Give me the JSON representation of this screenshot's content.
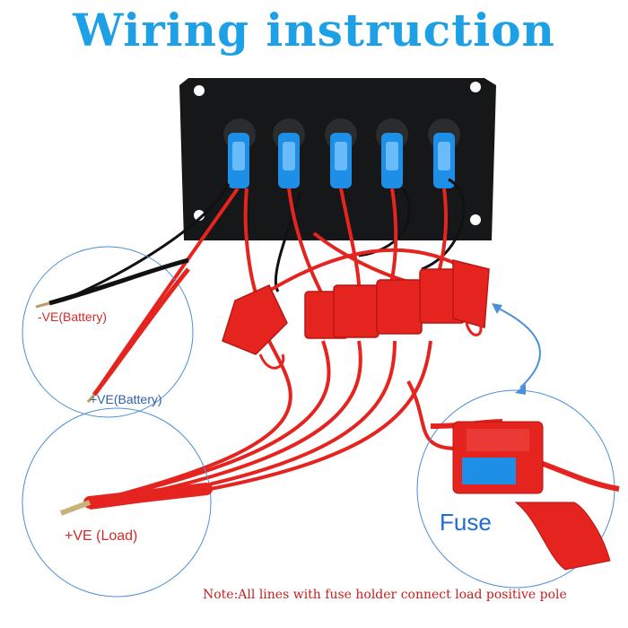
{
  "title": "Wiring instruction",
  "labels": {
    "negative_battery": "-VE(Battery)",
    "positive_battery": "+VE(Battery)",
    "positive_load": "+VE (Load)",
    "fuse": "Fuse"
  },
  "note": "Note:All lines with fuse holder connect load positive pole",
  "colors": {
    "title": "#1ea0e6",
    "panel": "#151719",
    "switch": "#1e8fe6",
    "wire_red": "#e52420",
    "wire_black": "#111111",
    "callout_circle": "#4b8fd8",
    "note": "#c81e1e"
  },
  "icons": [
    "switch-panel",
    "rocker-switch",
    "fuse-holder",
    "battery-wire",
    "load-wire",
    "blade-fuse"
  ]
}
